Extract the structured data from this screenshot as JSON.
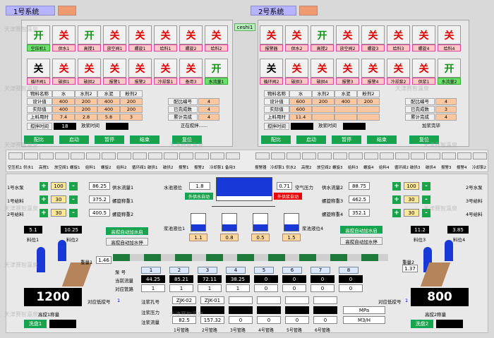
{
  "sys1": {
    "title": "1号系统"
  },
  "sys2": {
    "title": "2号系统"
  },
  "ceshi": "ceshi1",
  "watermark": "天津赛智瀛泉",
  "left_tiles": {
    "row1": [
      {
        "t": "开",
        "c": "green",
        "l": "空压机1",
        "lg": true
      },
      {
        "t": "关",
        "c": "red",
        "l": "供水1"
      },
      {
        "t": "开",
        "c": "green",
        "l": "高搅1"
      },
      {
        "t": "关",
        "c": "red",
        "l": "放空阀1"
      },
      {
        "t": "关",
        "c": "red",
        "l": "螺旋1"
      },
      {
        "t": "关",
        "c": "red",
        "l": "给料1"
      },
      {
        "t": "关",
        "c": "red",
        "l": "螺旋2"
      },
      {
        "t": "关",
        "c": "red",
        "l": "给料2"
      }
    ],
    "row2": [
      {
        "t": "关",
        "c": "black",
        "l": "循环阀1"
      },
      {
        "t": "关",
        "c": "red",
        "l": "破拱1"
      },
      {
        "t": "关",
        "c": "red",
        "l": "破拱2"
      },
      {
        "t": "关",
        "c": "red",
        "l": "报警1"
      },
      {
        "t": "关",
        "c": "red",
        "l": "报警2"
      },
      {
        "t": "关",
        "c": "red",
        "l": "冷却泵1"
      },
      {
        "t": "关",
        "c": "red",
        "l": "备用3"
      },
      {
        "t": "开",
        "c": "green",
        "l": "水流量1",
        "lg": true
      }
    ]
  },
  "right_tiles": {
    "row1": [
      {
        "t": "关",
        "c": "red",
        "l": "报警器"
      },
      {
        "t": "关",
        "c": "red",
        "l": "供水2"
      },
      {
        "t": "开",
        "c": "green",
        "l": "高搅2"
      },
      {
        "t": "关",
        "c": "red",
        "l": "放空阀2"
      },
      {
        "t": "关",
        "c": "red",
        "l": "螺旋3"
      },
      {
        "t": "关",
        "c": "red",
        "l": "给料3"
      },
      {
        "t": "关",
        "c": "red",
        "l": "螺旋4"
      },
      {
        "t": "关",
        "c": "red",
        "l": "给料4"
      }
    ],
    "row2": [
      {
        "t": "关",
        "c": "black",
        "l": "循环阀2"
      },
      {
        "t": "关",
        "c": "red",
        "l": "破拱3"
      },
      {
        "t": "关",
        "c": "red",
        "l": "破拱4"
      },
      {
        "t": "关",
        "c": "red",
        "l": "报警3"
      },
      {
        "t": "关",
        "c": "red",
        "l": "报警4"
      },
      {
        "t": "关",
        "c": "red",
        "l": "冷却泵2"
      },
      {
        "t": "关",
        "c": "red",
        "l": "供浆1"
      },
      {
        "t": "开",
        "c": "green",
        "l": "水流量2",
        "lg": true
      }
    ]
  },
  "table1": {
    "headers": [
      "物料名称",
      "水",
      "水剂2",
      "水泥",
      "粉剂2"
    ],
    "rows": [
      [
        "设计值",
        "400",
        "200",
        "400",
        "200"
      ],
      [
        "实际值",
        "400",
        "200",
        "400",
        "200"
      ],
      [
        "上料用时",
        "7.4",
        "2.8",
        "5.8",
        "3"
      ]
    ],
    "side": [
      [
        "配比编号",
        "4"
      ],
      [
        "已完成数",
        "4"
      ],
      [
        "累计完成",
        "4"
      ]
    ],
    "stir_label": "搅拌时间",
    "stir_val": "18",
    "unload_label": "放浆时间",
    "status": "正在搅拌......",
    "buttons": [
      "配比",
      "启动",
      "暂停",
      "结束",
      "复位"
    ]
  },
  "table2": {
    "headers": [
      "物料名称",
      "水",
      "水剂2",
      "水泥",
      "粉剂2"
    ],
    "rows": [
      [
        "设计值",
        "600",
        "200",
        "400",
        "200"
      ],
      [
        "实际值",
        "600",
        "",
        "",
        ""
      ],
      [
        "上料用时",
        "11.4",
        "",
        "",
        ""
      ]
    ],
    "side": [
      [
        "配比编号",
        "4"
      ],
      [
        "已完成数",
        "3"
      ],
      [
        "累计完成",
        "4"
      ]
    ],
    "stir_label": "搅拌时间",
    "stir_val": "",
    "unload_label": "放浆时间",
    "status": "加浆完毕",
    "buttons": [
      "配比",
      "启动",
      "暂停",
      "结束",
      "复位"
    ]
  },
  "small_row_left": [
    "空压机1",
    "供水1",
    "高搅1",
    "放空阀1",
    "螺旋1",
    "给料1",
    "螺旋2",
    "给料2",
    "循环阀1",
    "破拱1",
    "破拱2",
    "报警1",
    "报警2",
    "冷却泵1",
    "备用3"
  ],
  "small_row_right": [
    "报警器",
    "冷却泵1",
    "供水2",
    "高搅2",
    "放空阀2",
    "螺旋3",
    "给料3",
    "螺旋4",
    "给料4",
    "循环阀2",
    "破拱3",
    "破拱4",
    "报警3",
    "报警4",
    "冷却泵2"
  ],
  "pumps_left": [
    {
      "name": "1号水泵",
      "v": "100",
      "lab": "供水流量1",
      "val": "86.25"
    },
    {
      "name": "1号给料",
      "v": "30",
      "lab": "螺旋称重1",
      "val": "375.2"
    },
    {
      "name": "2号给料",
      "v": "30",
      "lab": "螺旋称重2",
      "val": "400.5"
    }
  ],
  "pumps_right": [
    {
      "name": "2号水泵",
      "v": "100",
      "lab": "供水流量2",
      "val": "88.75"
    },
    {
      "name": "3号给料",
      "v": "30",
      "lab": "螺旋称重3",
      "val": "462.5"
    },
    {
      "name": "4号给料",
      "v": "30",
      "lab": "螺旋称重4",
      "val": "352.1"
    }
  ],
  "water_level": {
    "label": "水池液位",
    "value": "1.8"
  },
  "air": {
    "value": "0.71",
    "label": "空气压力"
  },
  "btn_auto_water": "外供水自动",
  "btn_auto_feed": "外供浆自动",
  "tanks": [
    {
      "label": "浆池液位1",
      "v": "1.1"
    },
    {
      "label": "",
      "v": "0.8"
    },
    {
      "label": "",
      "v": "0.5"
    },
    {
      "label": "浆池液位4",
      "v": "1.5"
    }
  ],
  "silo_left": {
    "v1": "5.1",
    "v2": "10.25",
    "l1": "料位1",
    "l2": "料位2",
    "wlab": "重量1",
    "w": "1.46",
    "big": "1200",
    "caption": "高搅1称量",
    "wash": "洗盘1"
  },
  "silo_right": {
    "v1": "11.2",
    "v2": "3.85",
    "l1": "料位3",
    "l2": "料位4",
    "wlab": "重量2",
    "w": "1.37",
    "big": "800",
    "caption": "高搅2称量",
    "wash": "洗盘2"
  },
  "btn_auto_fill1": "高搅自动加水启",
  "btn_auto_stop1": "高搅自动加水停",
  "btn_auto_fill2": "高搅自动加水启",
  "btn_auto_stop2": "高搅自动加水停",
  "pump_table": {
    "row_labels": [
      "泵 号",
      "当前流量",
      "对应管路"
    ],
    "nums": [
      "1",
      "2",
      "3",
      "4",
      "5",
      "6",
      "7",
      "8"
    ],
    "flow": [
      "44.25",
      "85.21",
      "72.11",
      "38.25",
      "0",
      "0",
      "0",
      "0"
    ],
    "pipe": [
      "1",
      "1",
      "1",
      "1",
      "0",
      "0",
      "0",
      "0"
    ],
    "hole_label": "注浆孔号",
    "holes": [
      "ZJK-02",
      "ZJK-01"
    ],
    "pressure_label": "注浆压力",
    "pressure_unit": "MPa",
    "flowrate_label": "注浆流量",
    "flowrate_unit": "M3/H",
    "flowrate": [
      "82.5",
      "157.32",
      "0",
      "0",
      "0",
      "0"
    ],
    "pipes": [
      "1号管路",
      "2号管路",
      "3号管路",
      "4号管路",
      "5号管路",
      "6号管路"
    ],
    "slot_label_l": "对应低搅号",
    "slot_l": "1",
    "slot_label_r": "对应低搅号",
    "slot_r": "1"
  }
}
